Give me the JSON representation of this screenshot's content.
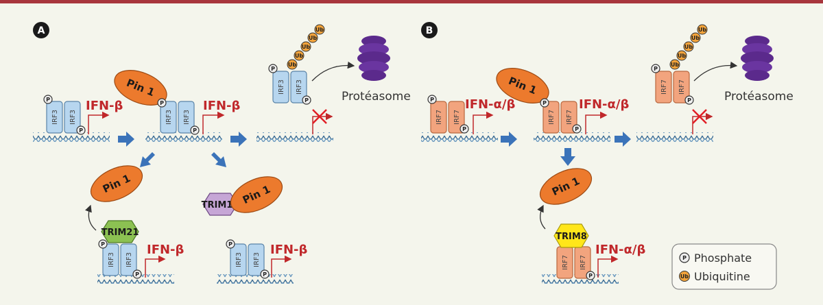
{
  "panels": {
    "a": "A",
    "b": "B"
  },
  "labels": {
    "pin1": "Pin 1",
    "irf3": "IRF3",
    "irf7": "IRF7",
    "ifn_beta": "IFN-β",
    "ifn_ab": "IFN-α/β",
    "proteasome": "Protéasome",
    "trim21": "TRIM21",
    "trim19": "TRIM19",
    "trim8": "TRIM8",
    "p": "P",
    "ub": "Ub"
  },
  "legend": {
    "phosphate": "Phosphate",
    "ubiquitine": "Ubiquitine"
  },
  "colors": {
    "top_bar": "#a8363d",
    "irf3": "#b7d6ef",
    "irf7": "#f2a47e",
    "pin1": "#ec7a2d",
    "trim21": "#8cc152",
    "trim19": "#c6a6d6",
    "trim8": "#ffe61a",
    "ubiquitin": "#f2a33b",
    "arrow": "#3b73b9",
    "ifn_text": "#c0282b",
    "proteasome": "#5b2a8c"
  }
}
